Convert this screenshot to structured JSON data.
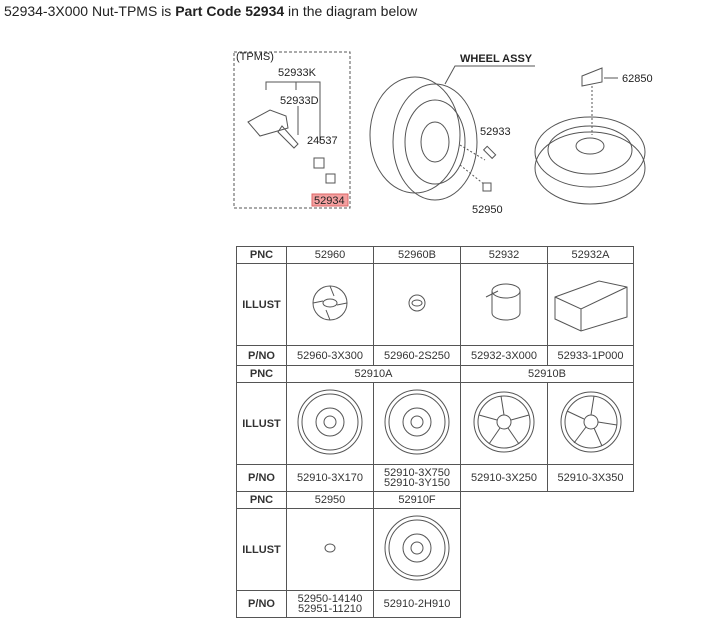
{
  "caption": {
    "prefix": "52934-3X000 Nut-TPMS is ",
    "bold": "Part Code 52934",
    "suffix": " in the diagram below"
  },
  "diagram": {
    "tpms_label": "(TPMS)",
    "wheel_assy": "WHEEL ASSY",
    "highlight_color": "#f4a0a0",
    "callouts": [
      "52933K",
      "52933D",
      "24537",
      "52934",
      "52933",
      "52950",
      "62850"
    ]
  },
  "table": {
    "row_headers": {
      "pnc": "PNC",
      "illust": "ILLUST",
      "pno": "P/NO"
    },
    "block1": {
      "pnc": [
        "52960",
        "52960B",
        "52932",
        "52932A"
      ],
      "pno": [
        "52960-3X300",
        "52960-2S250",
        "52932-3X000",
        "52933-1P000"
      ]
    },
    "block2": {
      "pnc": [
        "52910A",
        "52910B"
      ],
      "pno": [
        "52910-3X170",
        "52910-3X750",
        "52910-3Y150",
        "52910-3X250",
        "52910-3X350"
      ]
    },
    "block3": {
      "pnc": [
        "52950",
        "52910F"
      ],
      "pno": [
        "52950-14140",
        "52951-11210",
        "52910-2H910"
      ]
    }
  }
}
